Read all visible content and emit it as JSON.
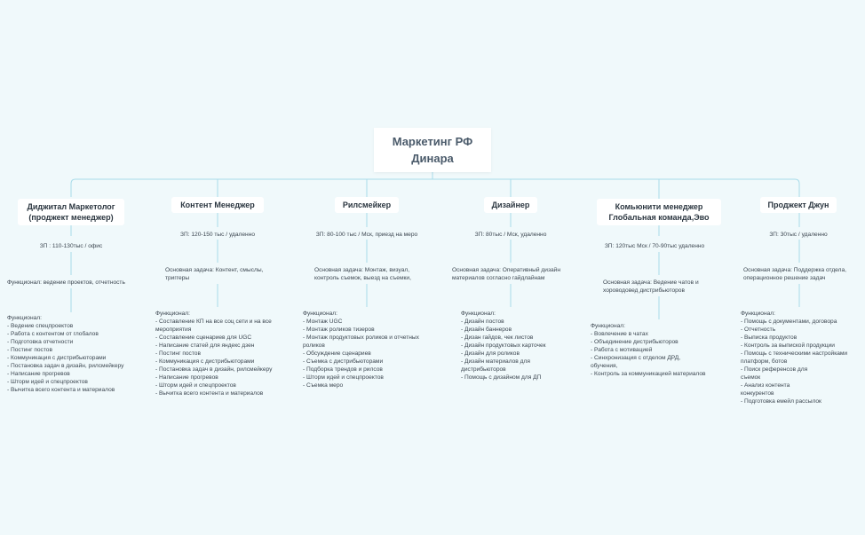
{
  "root": {
    "line1": "Маркетинг РФ",
    "line2": "Динара"
  },
  "branches": [
    {
      "title_lines": [
        "Диджитал Маркетолог",
        "(проджект менеджер)"
      ],
      "salary": "ЗП : 110-130тыс / офис",
      "task_lines": [
        "Функционал: ведение проектов, отчетность"
      ],
      "func_lines": [
        "Функционал:",
        "- Ведение спецпроектов",
        "- Работа с контентом от глобалов",
        "- Подготовка отчетности",
        "- Постинг постов",
        "- Коммуникация с дистрибьюторами",
        "- Постановка задач в дизайн, рилсмейкеру",
        "- Написание прогревов",
        "- Шторм идей и спецпроектов",
        "- Вычитка всего контента и материалов"
      ]
    },
    {
      "title_lines": [
        "Контент Менеджер"
      ],
      "salary": "ЗП: 120-150 тыс / удаленно",
      "task_lines": [
        "Основная задача: Контент, смыслы,",
        "триггеры"
      ],
      "func_lines": [
        "Функционал:",
        "- Составление КП на все соц сети и на все",
        "мероприятия",
        " - Составление сценариев для UGC",
        " - Написание статей для яндекс дзен",
        " - Постинг постов",
        " - Коммуникация с дистрибьюторами",
        " - Постановка задач в дизайн, рилсмейкеру",
        " - Написание прогревов",
        " - Шторм идей и спецпроектов",
        " - Вычитка всего контента и материалов"
      ]
    },
    {
      "title_lines": [
        "Рилсмейкер"
      ],
      "salary": "ЗП: 80-100 тыс / Мск, приезд на меро",
      "task_lines": [
        "Основная задача: Монтаж, визуал,",
        "контроль съемок, выезд на съемки,"
      ],
      "func_lines": [
        "Функционал:",
        "- Монтаж UGC",
        " - Монтаж роликов тизеров",
        " - Монтаж продуктовых роликов и отчетных",
        "роликов",
        " - Обсуждение сценариев",
        " - Съемка с дистрибьюторами",
        " - Подборка трендов и рилсов",
        " - Шторм идей и спецпроектов",
        " - Съемка меро"
      ]
    },
    {
      "title_lines": [
        "Дизайнер"
      ],
      "salary": "ЗП: 80тыс / Мск, удаленно",
      "task_lines": [
        "Основная задача: Оперативный дизайн",
        "материалов согласно гайдлайнам"
      ],
      "func_lines": [
        "Функционал:",
        " - Дизайн постов",
        " - Дизайн баннеров",
        " - Дизан гайдов, чек листов",
        " - Дизайн продуктовых карточек",
        " - Дизайн для роликов",
        " - Дизайн материалов для",
        "дистрибьюторов",
        " - Помощь с дизайном для ДП"
      ]
    },
    {
      "title_lines": [
        "Комьюнити менеджер",
        "Глобальная команда,Эво"
      ],
      "salary": "ЗП: 120тыс Мск / 70-90тыс удаленно",
      "task_lines": [
        "Основная задача: Ведение чатов и",
        "хороводовед дистрибьюторов"
      ],
      "func_lines": [
        "Функционал:",
        "- Вовлечение в чатах",
        "- Объединение дистрибьюторов",
        "- Работа с мотивацией",
        "- Синхронизация с отделом ДРД,",
        "обучения,",
        "- Контроль за коммуникацией материалов"
      ]
    },
    {
      "title_lines": [
        "Проджект Джун"
      ],
      "salary": "ЗП: 30тыс / удаленно",
      "task_lines": [
        "Основная задача: Поддержка отдела,",
        "операционное решение задач"
      ],
      "func_lines": [
        "Функционал:",
        "- Помощь с документами, договора",
        " - Отчетность",
        " - Выписка продуктов",
        " - Контроль за выпиской продукции",
        " - Помощь с техническими настройками",
        "платформ, ботов",
        " - Поиск референсов для",
        "съемок",
        " - Анализ контента",
        " конкурентов",
        "  - Подготовка емейл рассылок"
      ]
    }
  ],
  "colors": {
    "background": "#f0f9fb",
    "connector": "#a9dcea",
    "node_fill": "#ffffff",
    "root_text": "#4a5a6a"
  }
}
